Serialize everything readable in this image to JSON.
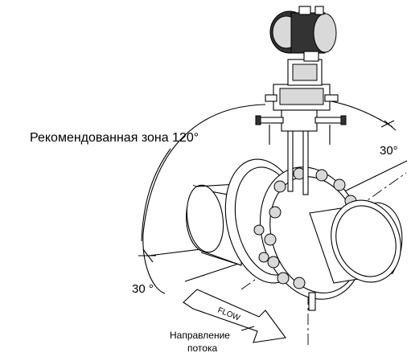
{
  "labels": {
    "recommended_zone": "Рекомендованная зона 120°",
    "angle_top": "30°",
    "angle_bottom": "30 °",
    "flow_arrow": "FLOW",
    "flow_direction_line1": "Направление",
    "flow_direction_line2": "потока"
  }
}
